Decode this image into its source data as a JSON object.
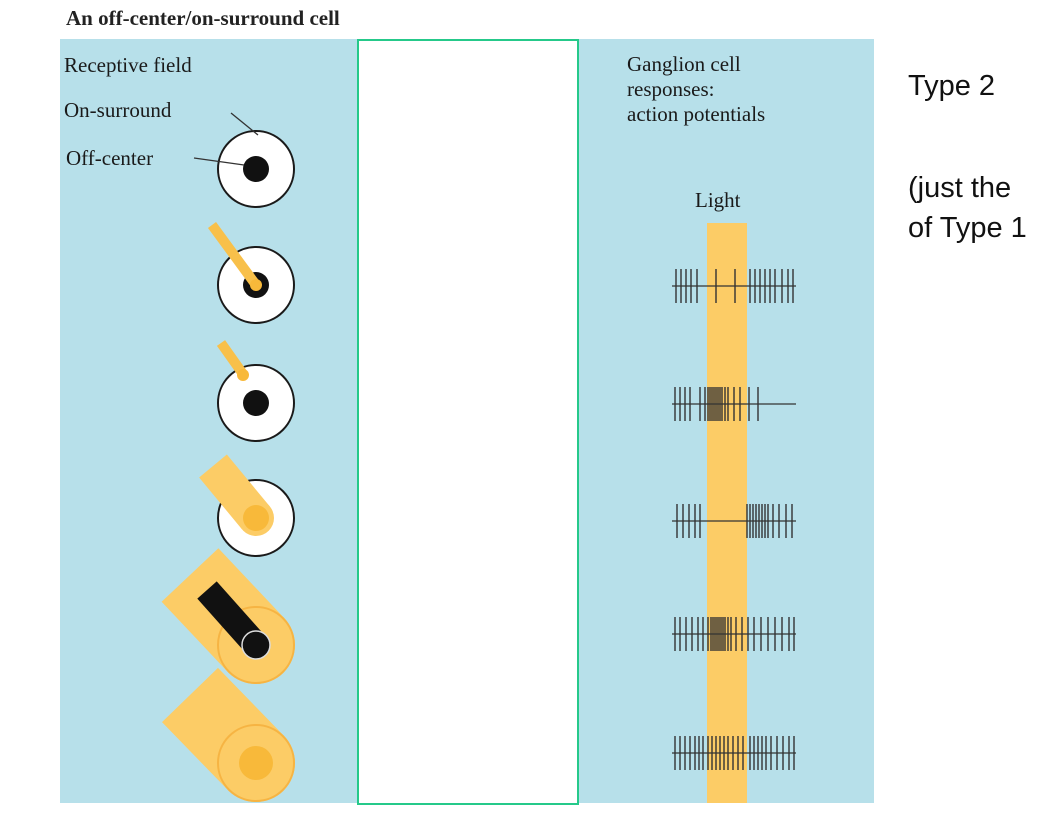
{
  "figure": {
    "title": "An off-center/on-surround cell",
    "left_label": "Receptive field",
    "callout_surround": "On-surround",
    "callout_center": "Off-center",
    "right_heading": [
      "Ganglion cell",
      "responses:",
      "action potentials"
    ],
    "light_label": "Light"
  },
  "side_notes": {
    "line1": "Type 2",
    "line2": "(just the",
    "line3": "of Type 1"
  },
  "colors": {
    "panel_bg": "#b7e0ea",
    "light": "#fccc66",
    "spot": "#f8b93a",
    "blank_border": "#25c98a"
  }
}
